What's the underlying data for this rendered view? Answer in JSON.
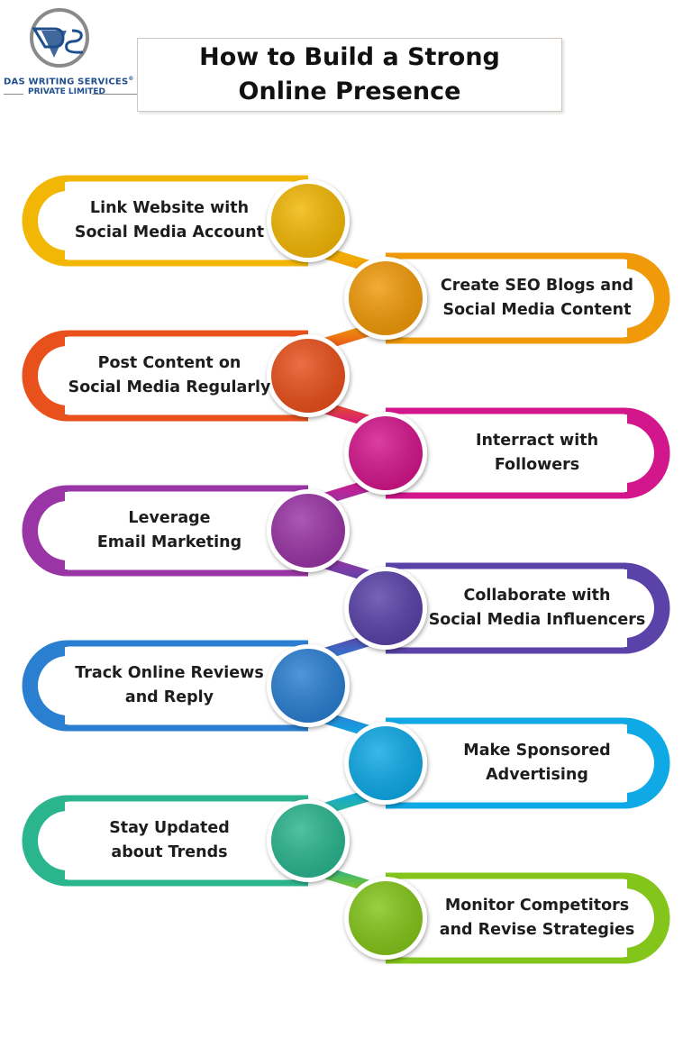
{
  "logo": {
    "mark_text": "DAS",
    "company_line1": "DAS WRITING SERVICES",
    "registered_mark": "®",
    "company_line2": "PRIVATE LIMITED",
    "colors": {
      "navy": "#1f4e8c",
      "ring": "#8a8a8a"
    }
  },
  "title": "How to Build a Strong\nOnline Presence",
  "steps": [
    {
      "text": "Link Website with\nSocial Media Account",
      "color": "#f2b705",
      "side": "left"
    },
    {
      "text": "Create SEO Blogs and\nSocial Media Content",
      "color": "#f09a0a",
      "side": "right"
    },
    {
      "text": "Post Content on\nSocial Media Regularly",
      "color": "#e8501c",
      "side": "left"
    },
    {
      "text": "Interract with\nFollowers",
      "color": "#d3168b",
      "side": "right"
    },
    {
      "text": "Leverage\nEmail Marketing",
      "color": "#9a35a5",
      "side": "left"
    },
    {
      "text": "Collaborate with\nSocial Media Influencers",
      "color": "#5a42a8",
      "side": "right"
    },
    {
      "text": "Track Online Reviews\nand Reply",
      "color": "#2b7fd1",
      "side": "left"
    },
    {
      "text": "Make Sponsored\nAdvertising",
      "color": "#0fa9e6",
      "side": "right"
    },
    {
      "text": "Stay Updated\nabout Trends",
      "color": "#2bb58f",
      "side": "left"
    },
    {
      "text": "Monitor Competitors\nand Revise Strategies",
      "color": "#84c51b",
      "side": "right"
    }
  ]
}
